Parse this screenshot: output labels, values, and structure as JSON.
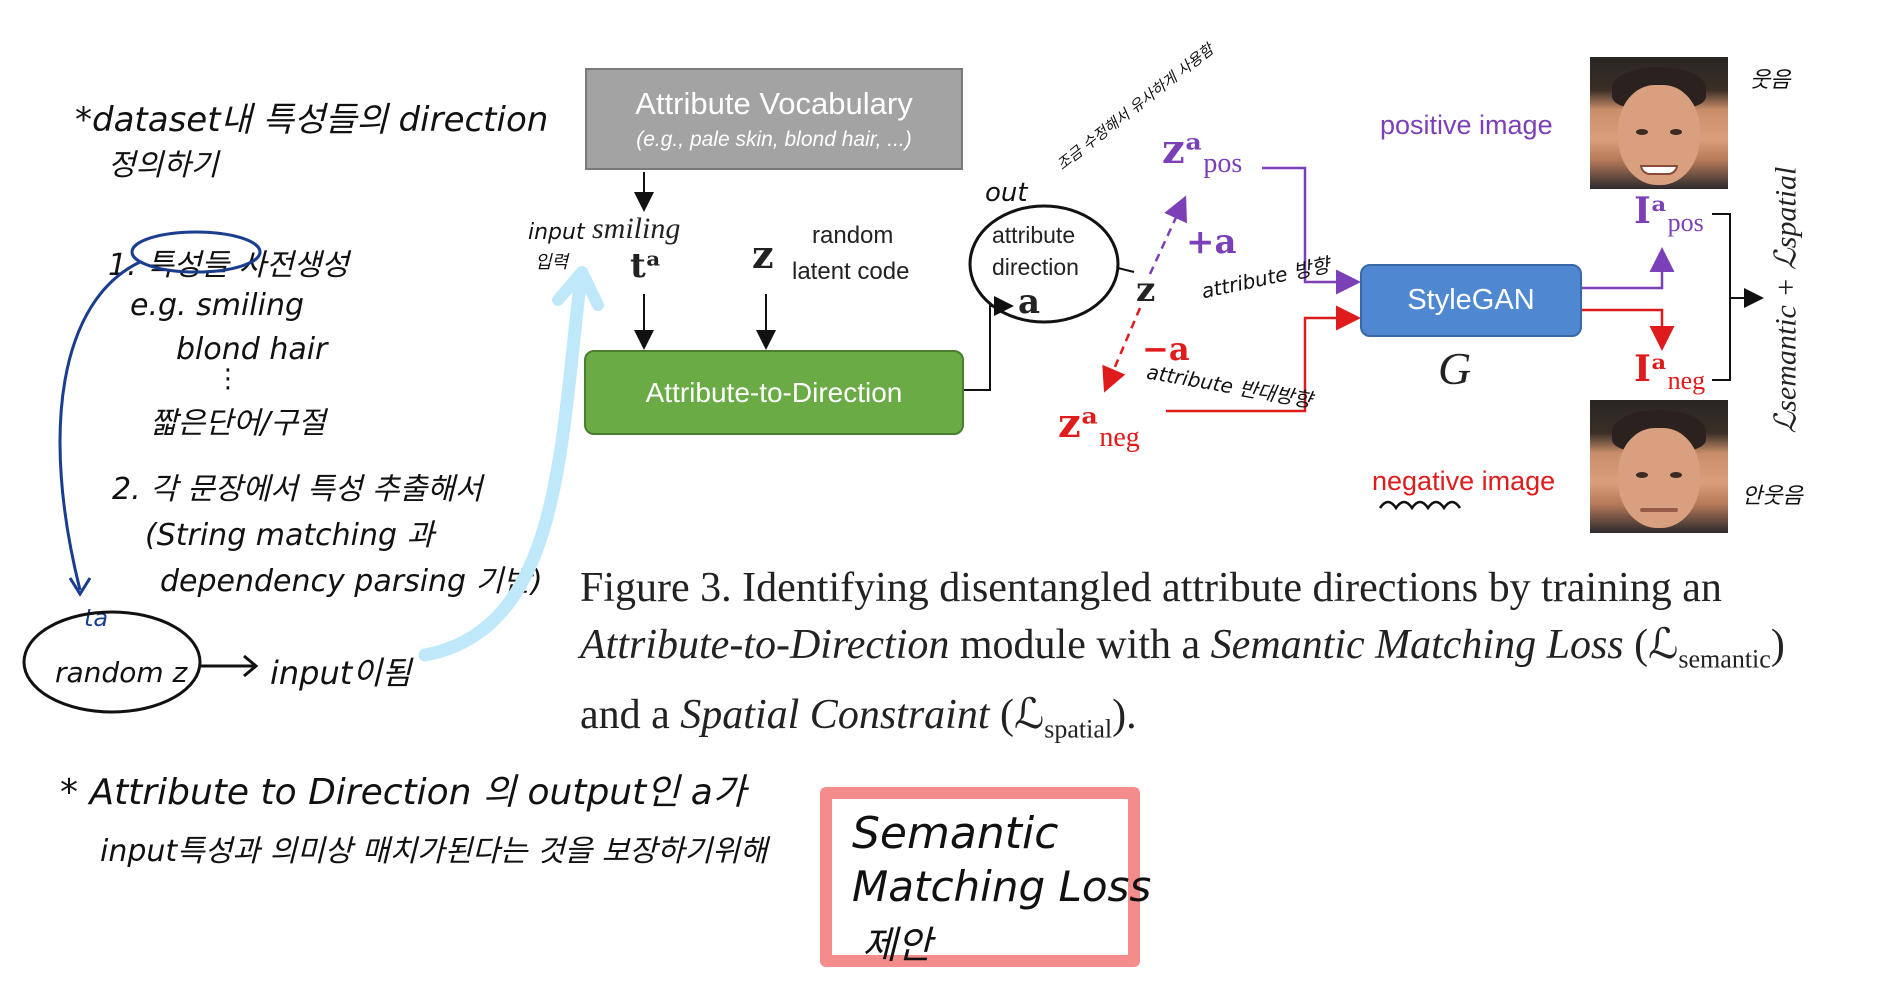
{
  "notes": {
    "title_line1": "*dataset내 특성들의 direction",
    "title_line2": "정의하기",
    "step1": "1. 특성들 사전생성",
    "eg": "e.g. smiling",
    "blond": "blond hair",
    "dots": "⋮",
    "phrase": "짧은단어/구절",
    "step2": "2. 각 문장에서 특성 추출해서",
    "step2b": "(String matching 과",
    "step2c": "dependency parsing 기반)",
    "ta": "ta",
    "randomz": "random z",
    "input_became": "input이됨",
    "bottom1": "* Attribute to Direction 의 output인 a가",
    "bottom2": "input특성과 의미상 매치가된다는 것을 보장하기위해",
    "box1": "Semantic",
    "box2": "Matching Loss",
    "box3": "제안",
    "input_label": "input",
    "input_label2": "입력",
    "out_label": "out",
    "out_note": "조금 수정해서 유사하게 사용함",
    "attr_dir_note": "attribute 방향",
    "attr_opp_note": "attribute 반대방향",
    "smile_note": "웃음",
    "nosmile_note": "안웃음"
  },
  "figure": {
    "vocab_title": "Attribute Vocabulary",
    "vocab_sub": "(e.g., pale skin, blond hair, ...)",
    "smiling": "smiling",
    "t_a": "tᵃ",
    "z": "z",
    "random1": "random",
    "random2": "latent code",
    "a2d": "Attribute-to-Direction",
    "attr_dir1": "attribute",
    "attr_dir2": "direction",
    "a_bold": "a",
    "z_pos": "zᵃ",
    "z_pos_sub": "pos",
    "plus_a": "+a",
    "z_mid": "z",
    "minus_a": "−a",
    "z_neg": "zᵃ",
    "z_neg_sub": "neg",
    "stylegan": "StyleGAN",
    "G": "G",
    "positive": "positive image",
    "negative": "negative image",
    "I_pos": "Iᵃ",
    "I_pos_sub": "pos",
    "I_neg": "Iᵃ",
    "I_neg_sub": "neg",
    "loss": "ℒsemantic + ℒspatial"
  },
  "caption": {
    "lead": "Figure 3. Identifying disentangled attribute directions by training an ",
    "it1": "Attribute-to-Direction",
    "mid1": " module with a ",
    "it2": "Semantic Matching Loss",
    "mid2": " (ℒ",
    "sub1": "semantic",
    "mid3": ") and a ",
    "it3": "Spatial Constraint",
    "mid4": " (ℒ",
    "sub2": "spatial",
    "end": ")."
  },
  "colors": {
    "purple": "#7b3fb8",
    "red": "#e01b1b",
    "green": "#6aab45",
    "blue": "#4f87d0",
    "gray": "#a3a3a3",
    "pink": "#f48c8c"
  }
}
